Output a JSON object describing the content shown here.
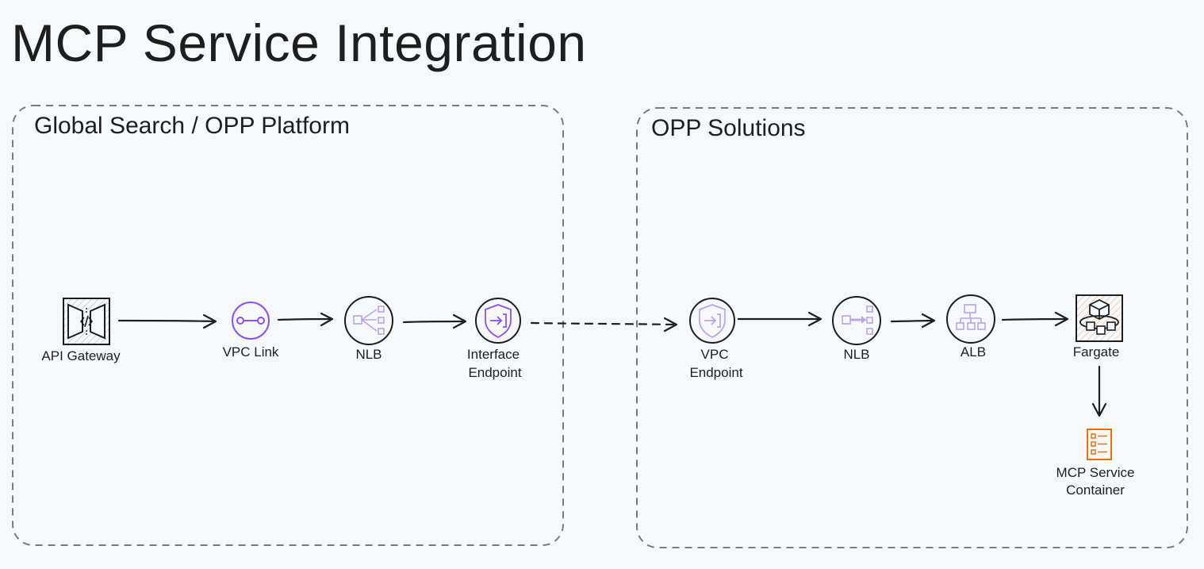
{
  "title": "MCP Service Integration",
  "groups": {
    "platform": "Global Search /  OPP Platform",
    "solutions": "OPP Solutions"
  },
  "nodes": {
    "api_gateway": "API Gateway",
    "vpc_link": "VPC Link",
    "nlb_platform": "NLB",
    "interface_endpoint_line1": "Interface",
    "interface_endpoint_line2": "Endpoint",
    "vpc_endpoint_line1": "VPC",
    "vpc_endpoint_line2": "Endpoint",
    "nlb_solutions": "NLB",
    "alb": "ALB",
    "fargate": "Fargate",
    "mcp_container_line1": "MCP Service",
    "mcp_container_line2": "Container"
  },
  "colors": {
    "accent_purple": "#8c4fff",
    "container_orange": "#ed7100",
    "group_border": "#7a7a7a",
    "arrow": "#1e1e1e"
  },
  "icons": {
    "api_gateway": "api-gateway-icon",
    "vpc_link": "vpc-link-icon",
    "nlb": "network-load-balancer-icon",
    "endpoint": "endpoint-shield-icon",
    "alb": "application-load-balancer-icon",
    "fargate": "fargate-icon",
    "container": "container-list-icon"
  }
}
